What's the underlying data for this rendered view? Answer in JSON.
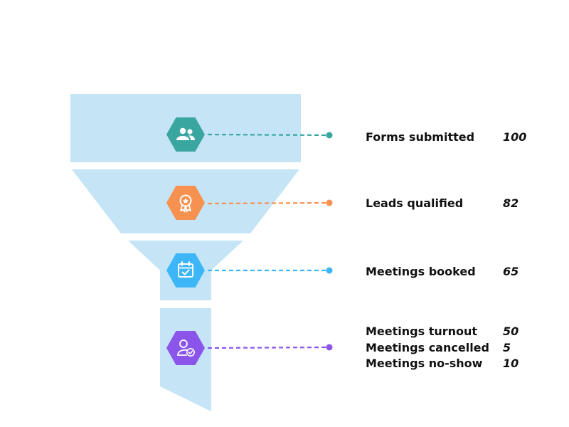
{
  "colors": {
    "funnel_fill": "#c5e5f7",
    "teal": "#3aa6a0",
    "orange": "#f7914f",
    "blue": "#3db6f7",
    "purple": "#8b55ec"
  },
  "stages": [
    {
      "icon": "users-icon",
      "color": "#3aa6a0",
      "rows": [
        {
          "label": "Forms submitted",
          "value": "100"
        }
      ]
    },
    {
      "icon": "award-ribbon-icon",
      "color": "#f7914f",
      "rows": [
        {
          "label": "Leads qualified",
          "value": "82"
        }
      ]
    },
    {
      "icon": "calendar-check-icon",
      "color": "#3db6f7",
      "rows": [
        {
          "label": "Meetings booked",
          "value": "65"
        }
      ]
    },
    {
      "icon": "user-check-icon",
      "color": "#8b55ec",
      "rows": [
        {
          "label": "Meetings turnout",
          "value": "50"
        },
        {
          "label": "Meetings cancelled",
          "value": "5"
        },
        {
          "label": "Meetings no-show",
          "value": "10"
        }
      ]
    }
  ]
}
